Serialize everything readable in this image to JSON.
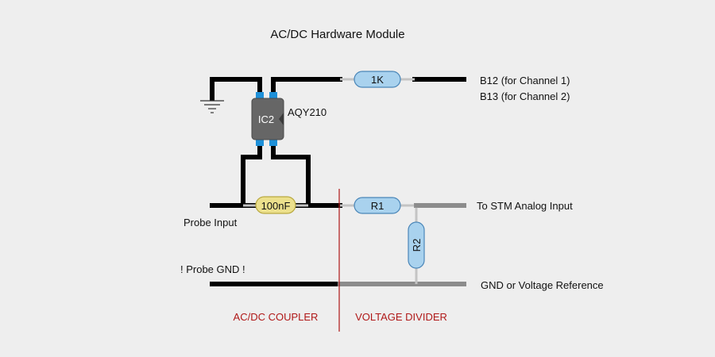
{
  "title": "AC/DC Hardware Module",
  "ic": {
    "ref": "IC2",
    "part": "AQY210"
  },
  "components": {
    "r_1k": "1K",
    "capacitor": "100nF",
    "r1": "R1",
    "r2": "R2"
  },
  "labels": {
    "b12": "B12 (for Channel 1)",
    "b13": "B13 (for Channel 2)",
    "stm": "To STM Analog Input",
    "gnd_ref": "GND or Voltage Reference",
    "probe_input": "Probe Input",
    "probe_gnd": "! Probe GND !"
  },
  "sections": {
    "coupler": "AC/DC COUPLER",
    "divider": "VOLTAGE DIVIDER"
  },
  "colors": {
    "background": "#eeeeee",
    "wire": "#000000",
    "divider_wire": "#8c8c8c",
    "resistor_body": "#a9d2ee",
    "resistor_outline": "#4a86b8",
    "capacitor_body": "#ece08c",
    "ic_body": "#666666",
    "ic_pins": "#1e90d8",
    "section_line": "#b01818",
    "section_text": "#b01818"
  }
}
